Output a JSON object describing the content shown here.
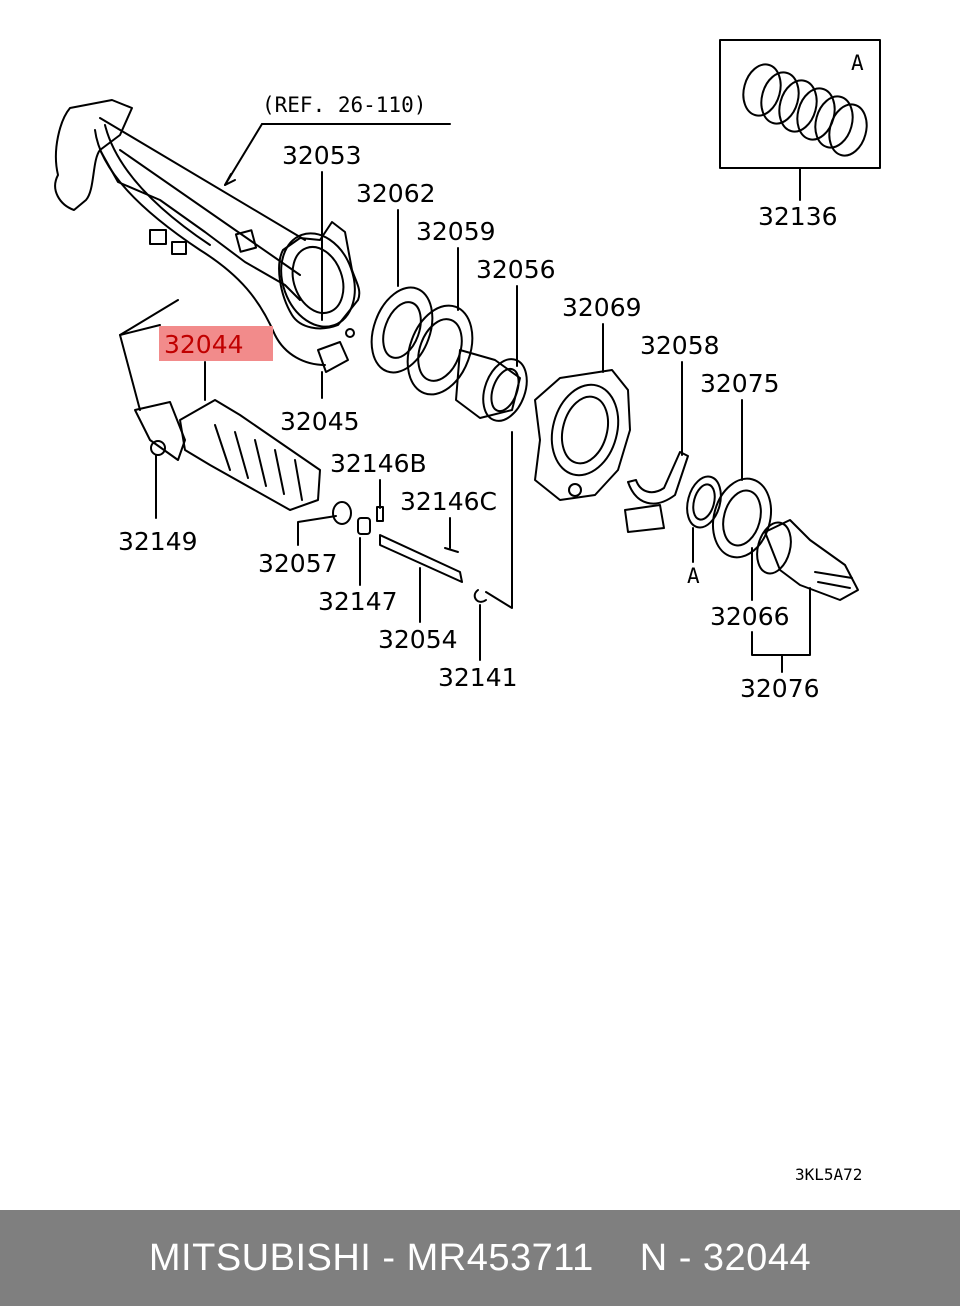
{
  "diagram": {
    "ref_label": "(REF. 26-110)",
    "drawing_code": "3KL5A72",
    "highlight_color": "#f28b8b",
    "parts": {
      "p32053": "32053",
      "p32062": "32062",
      "p32059": "32059",
      "p32056": "32056",
      "p32069": "32069",
      "p32058": "32058",
      "p32075": "32075",
      "p32136": "32136",
      "p32044": "32044",
      "p32045": "32045",
      "p32146b": "32146B",
      "p32146c": "32146C",
      "p32149": "32149",
      "p32057": "32057",
      "p32147": "32147",
      "p32054": "32054",
      "p32141": "32141",
      "p32066": "32066",
      "p32076": "32076"
    },
    "inset_letter": "A",
    "callout_letter": "A"
  },
  "footer": {
    "brand_part": "MITSUBISHI - MR453711",
    "position": "N - 32044"
  }
}
